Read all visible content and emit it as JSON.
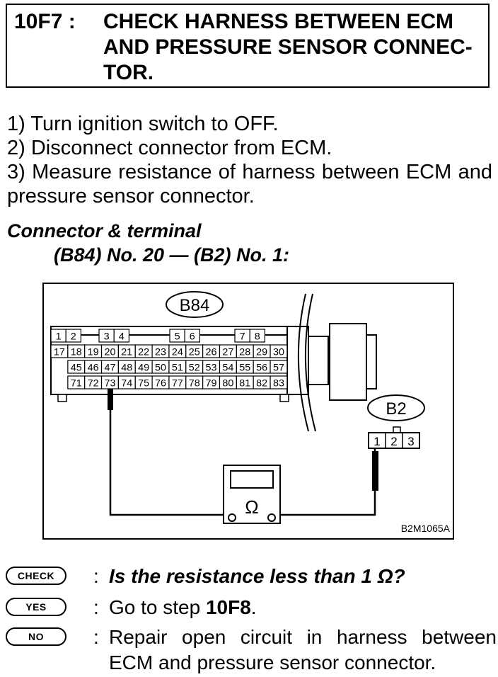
{
  "header": {
    "code": "10F7 :",
    "title": "CHECK HARNESS BETWEEN ECM AND PRESSURE SENSOR CONNEC-TOR."
  },
  "steps": [
    "1)  Turn ignition switch to OFF.",
    "2)  Disconnect connector from ECM.",
    "3)  Measure resistance of harness between ECM and pressure sensor connector."
  ],
  "connector": {
    "title": "Connector & terminal",
    "spec": "(B84) No. 20 — (B2) No. 1:"
  },
  "diagram": {
    "ecm_label": "B84",
    "sensor_label": "B2",
    "figure_code": "B2M1065A",
    "meter_symbol": "Ω",
    "ecm_row1": [
      "1",
      "2",
      "3",
      "4",
      "5",
      "6",
      "7",
      "8"
    ],
    "ecm_row2": [
      "17",
      "18",
      "19",
      "20",
      "21",
      "22",
      "23",
      "24",
      "25",
      "26",
      "27",
      "28",
      "29",
      "30"
    ],
    "ecm_row3": [
      "45",
      "46",
      "47",
      "48",
      "49",
      "50",
      "51",
      "52",
      "53",
      "54",
      "55",
      "56",
      "57"
    ],
    "ecm_row4": [
      "71",
      "72",
      "73",
      "74",
      "75",
      "76",
      "77",
      "78",
      "79",
      "80",
      "81",
      "82",
      "83"
    ],
    "sensor_pins": [
      "1",
      "2",
      "3"
    ]
  },
  "decisions": {
    "check_badge": "CHECK",
    "yes_badge": "YES",
    "no_badge": "NO",
    "colon": ":",
    "question": "Is the resistance less than 1 Ω?",
    "yes_prefix": "Go to step ",
    "yes_step": "10F8",
    "yes_suffix": ".",
    "no_text": "Repair open circuit in harness between ECM and pressure sensor connector."
  }
}
